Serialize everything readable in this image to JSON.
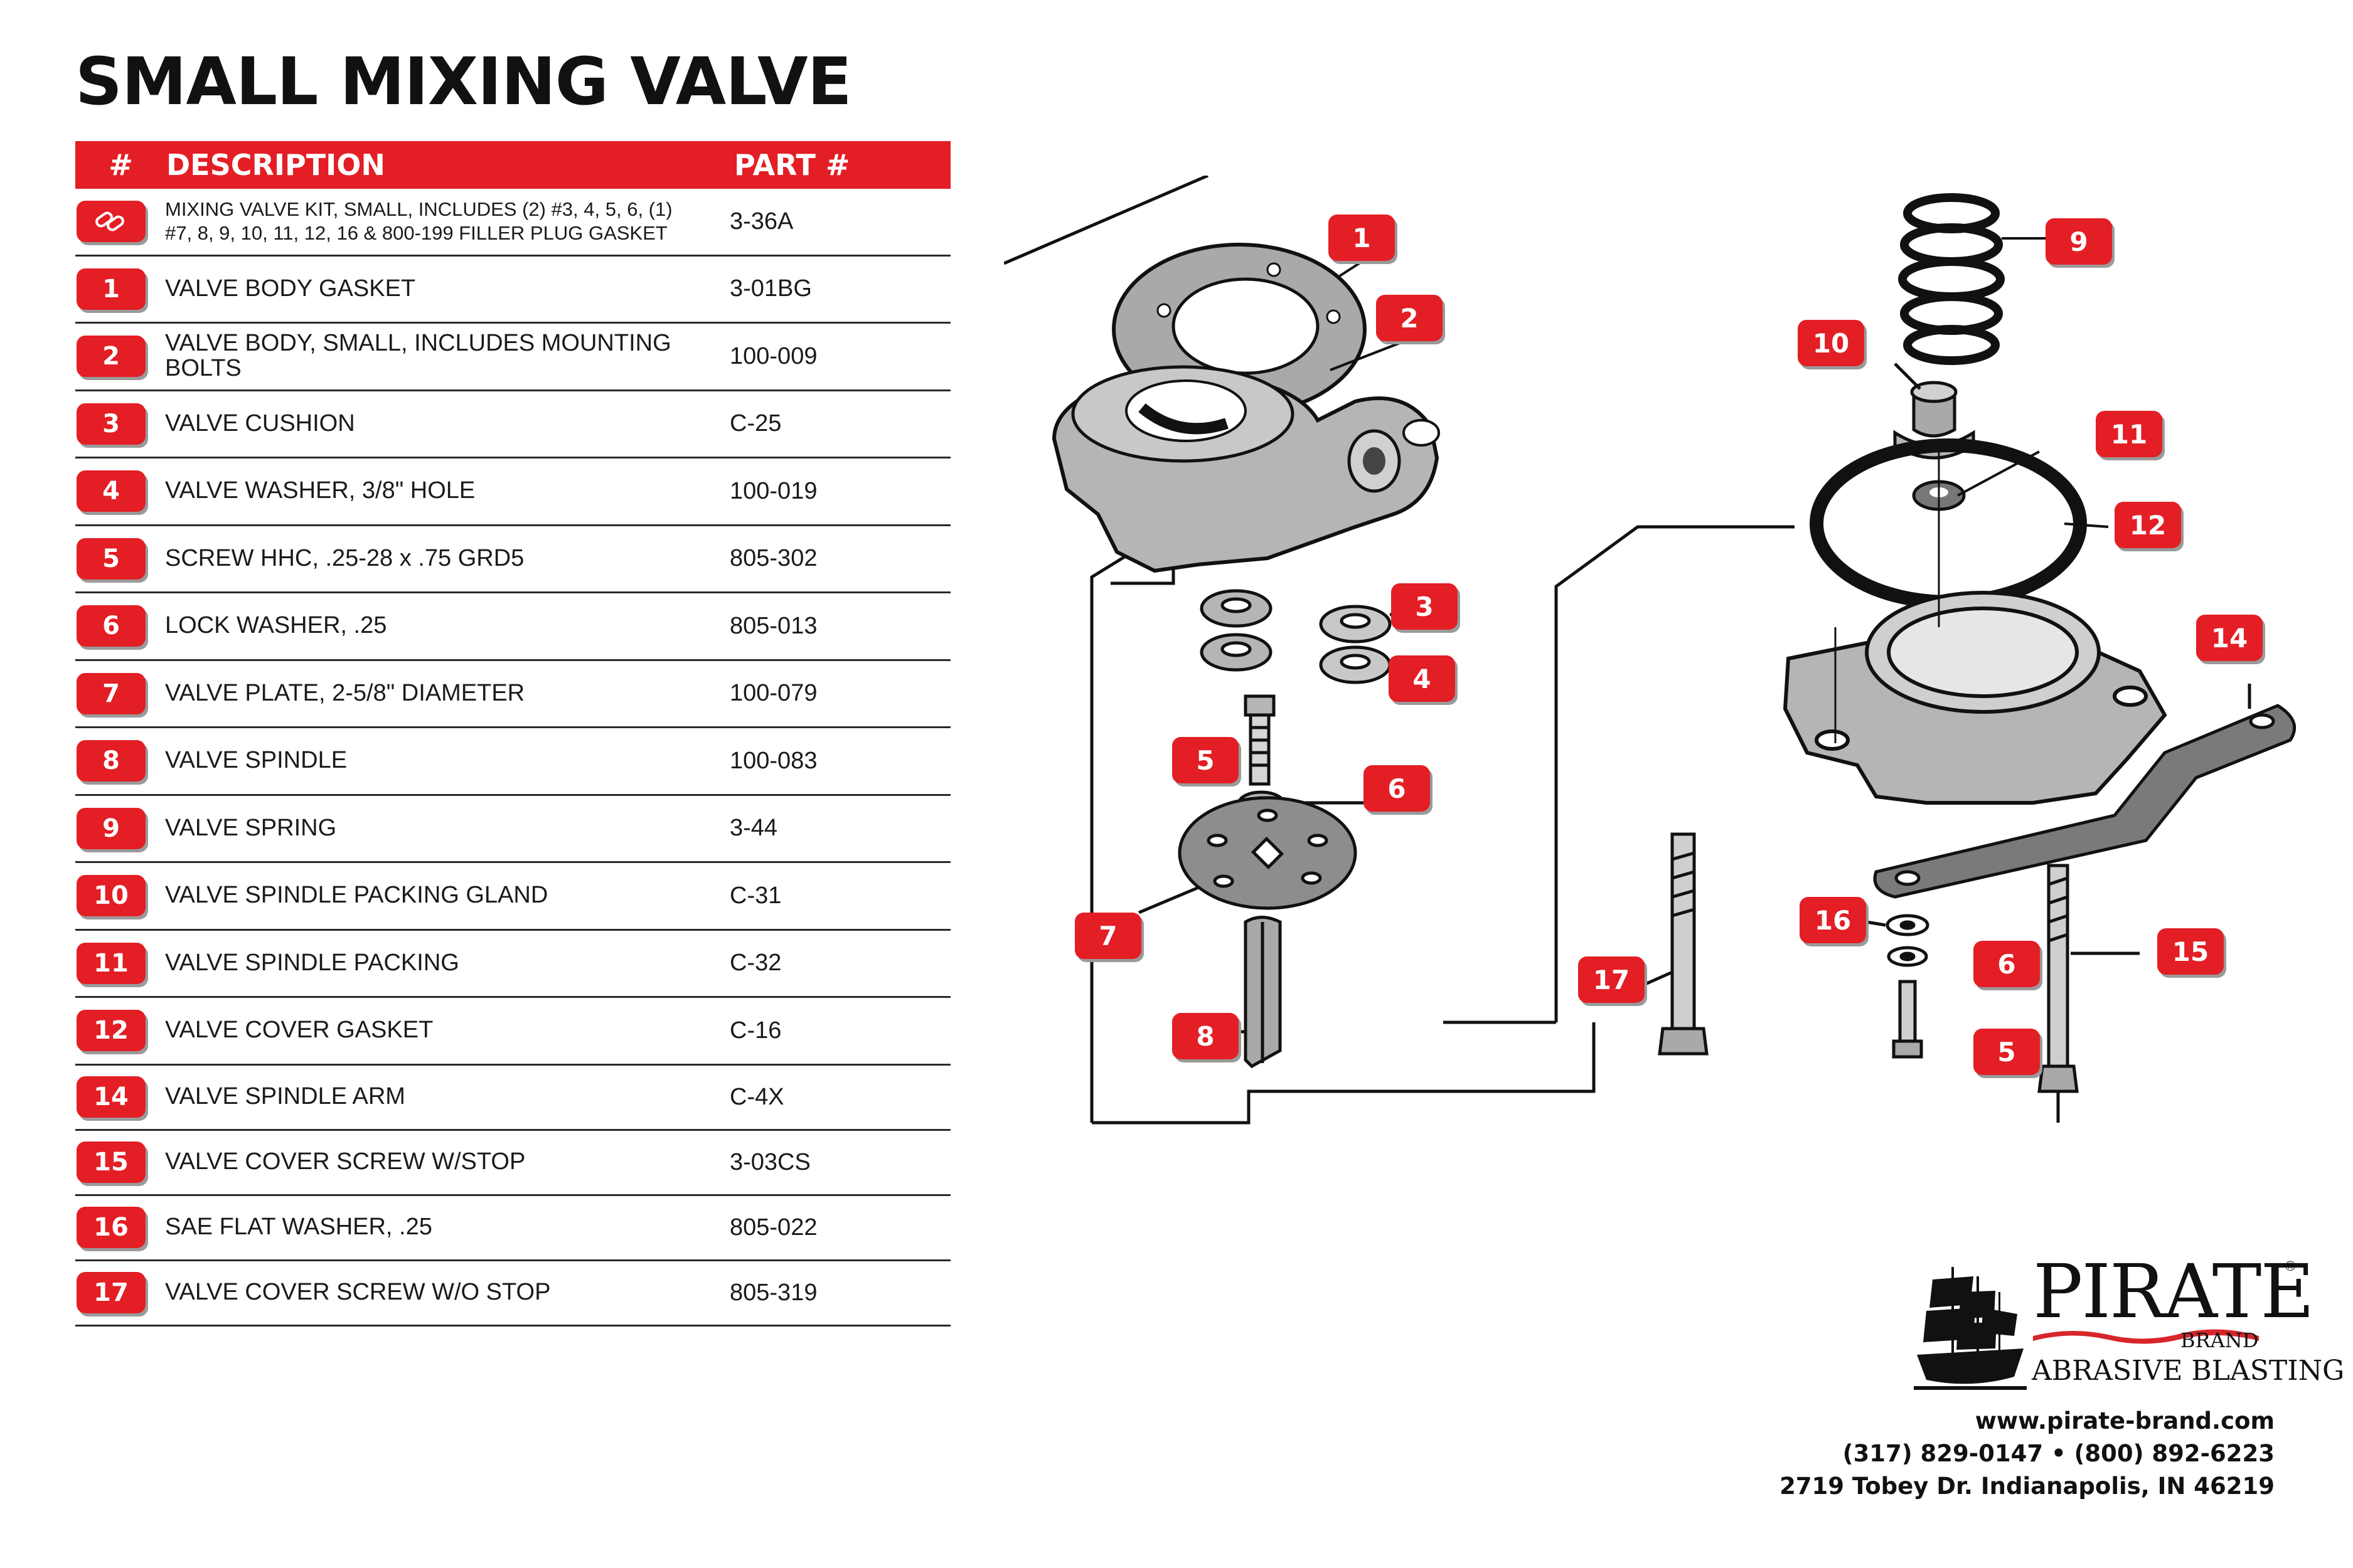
{
  "title": "SMALL MIXING VALVE",
  "table": {
    "headers": {
      "num": "#",
      "description": "DESCRIPTION",
      "part": "PART #"
    },
    "kit": {
      "description_line1": "MIXING VALVE KIT, SMALL, INCLUDES (2) #3, 4, 5, 6, (1)",
      "description_line2": "#7, 8, 9, 10, 11, 12, 16 & 800-199 FILLER PLUG GASKET",
      "part": "3-36A"
    },
    "rows": [
      {
        "num": "1",
        "description": "VALVE BODY GASKET",
        "part": "3-01BG"
      },
      {
        "num": "2",
        "description": "VALVE BODY, SMALL, INCLUDES MOUNTING BOLTS",
        "part": "100-009"
      },
      {
        "num": "3",
        "description": "VALVE CUSHION",
        "part": "C-25"
      },
      {
        "num": "4",
        "description": "VALVE WASHER, 3/8\" HOLE",
        "part": "100-019"
      },
      {
        "num": "5",
        "description": "SCREW HHC, .25-28 x .75 GRD5",
        "part": "805-302"
      },
      {
        "num": "6",
        "description": "LOCK WASHER, .25",
        "part": "805-013"
      },
      {
        "num": "7",
        "description": "VALVE PLATE, 2-5/8\" DIAMETER",
        "part": "100-079"
      },
      {
        "num": "8",
        "description": "VALVE SPINDLE",
        "part": "100-083"
      },
      {
        "num": "9",
        "description": "VALVE SPRING",
        "part": "3-44"
      },
      {
        "num": "10",
        "description": "VALVE SPINDLE PACKING GLAND",
        "part": "C-31"
      },
      {
        "num": "11",
        "description": "VALVE SPINDLE PACKING",
        "part": "C-32"
      },
      {
        "num": "12",
        "description": "VALVE COVER GASKET",
        "part": "C-16"
      },
      {
        "num": "14",
        "description": "VALVE SPINDLE ARM",
        "part": "C-4X"
      },
      {
        "num": "15",
        "description": "VALVE COVER SCREW W/STOP",
        "part": "3-03CS"
      },
      {
        "num": "16",
        "description": "SAE FLAT WASHER, .25",
        "part": "805-022"
      },
      {
        "num": "17",
        "description": "VALVE COVER SCREW W/O STOP",
        "part": "805-319"
      }
    ]
  },
  "diagram": {
    "callouts": [
      "1",
      "2",
      "3",
      "4",
      "5",
      "6",
      "7",
      "8",
      "9",
      "10",
      "11",
      "12",
      "14",
      "15",
      "16",
      "6",
      "17",
      "5"
    ]
  },
  "brand": {
    "name": "PIRATE",
    "sub": "BRAND",
    "tagline": "ABRASIVE BLASTING",
    "registered": "®"
  },
  "contact": {
    "website": "www.pirate-brand.com",
    "phone": "(317) 829-0147 • (800) 892-6223",
    "address": "2719 Tobey Dr. Indianapolis, IN 46219"
  },
  "colors": {
    "accent": "#e31e25",
    "text": "#111111",
    "part_fill": "#a9a9a9"
  },
  "icons": {
    "kit": "link-icon",
    "ship": "pirate-ship-icon"
  }
}
